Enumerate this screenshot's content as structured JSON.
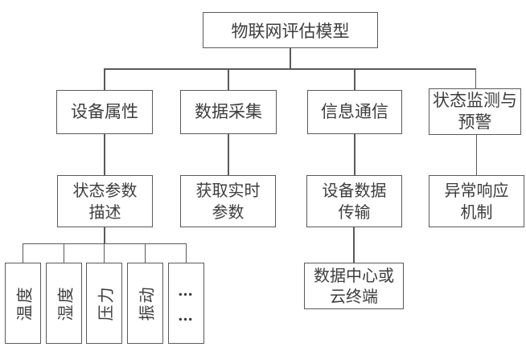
{
  "figure": {
    "root": {
      "label": "物联网评估模型"
    },
    "level2": [
      {
        "label": "设备属性"
      },
      {
        "label": "数据采集"
      },
      {
        "label": "信息通信"
      },
      {
        "label": "状态监测与\n预警"
      }
    ],
    "level3": [
      {
        "label": "状态参数\n描述"
      },
      {
        "label": "获取实时\n参数"
      },
      {
        "label": "设备数据\n传输"
      },
      {
        "label": "异常响应\n机制"
      }
    ],
    "sensors": [
      {
        "label": "温度"
      },
      {
        "label": "湿度"
      },
      {
        "label": "压力"
      },
      {
        "label": "振动"
      },
      {
        "label": "…\n…"
      }
    ],
    "terminal": {
      "label": "数据中心或\n云终端"
    },
    "colors": {
      "line": "#5a5a5a",
      "text": "#3d3d3d",
      "background": "#ffffff"
    }
  }
}
